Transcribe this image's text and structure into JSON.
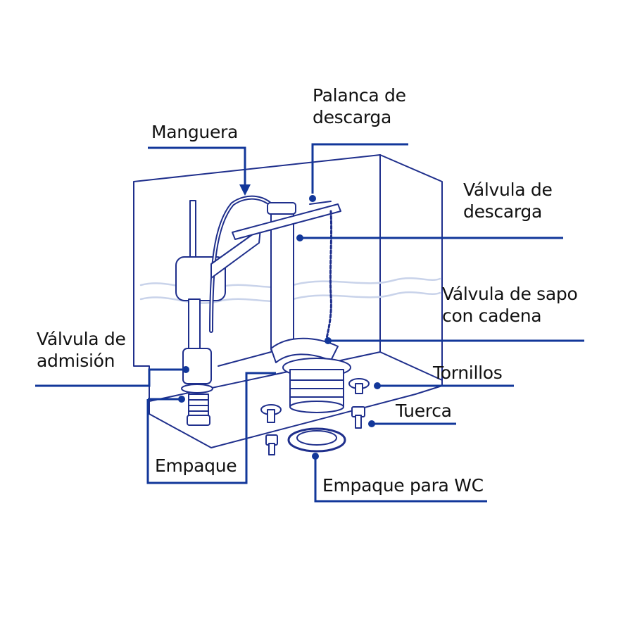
{
  "colors": {
    "outline": "#1f2f8c",
    "leader": "#12379a",
    "water": "#c9d3ea",
    "text": "#111111"
  },
  "labels": {
    "manguera": "Manguera",
    "palanca_line1": "Palanca de",
    "palanca_line2": "descarga",
    "valvula_descarga_line1": "Válvula de",
    "valvula_descarga_line2": "descarga",
    "valvula_sapo_line1": "Válvula de sapo",
    "valvula_sapo_line2": "con cadena",
    "tornillos": "Tornillos",
    "tuerca": "Tuerca",
    "valvula_admision_line1": "Válvula de",
    "valvula_admision_line2": "admisión",
    "empaque": "Empaque",
    "empaque_wc": "Empaque para WC"
  }
}
